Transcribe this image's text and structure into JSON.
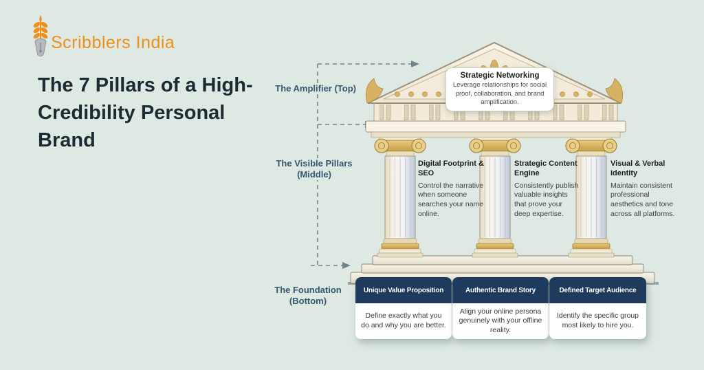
{
  "colors": {
    "background": "#dde9e2",
    "accent_orange": "#ee8e1b",
    "label_slate": "#35566e",
    "card_navy": "#1e3a5c",
    "title_dark": "#1c2a32"
  },
  "brand": {
    "name": "Scribblers India"
  },
  "heading": {
    "title": "The 7 Pillars of a High-Credibility Personal Brand"
  },
  "levels": {
    "top": {
      "label": "The Amplifier (Top)"
    },
    "middle": {
      "label": "The Visible Pillars\n(Middle)"
    },
    "bottom": {
      "label": "The Foundation\n(Bottom)"
    }
  },
  "amplifier_card": {
    "title": "Strategic Networking",
    "body": "Leverage relationships for social proof, collaboration, and brand amplification."
  },
  "pillars": [
    {
      "title": "Digital Footprint & SEO",
      "body": "Control the narrative when someone searches your name online."
    },
    {
      "title": "Strategic Content Engine",
      "body": "Consistently publish valuable insights that prove your deep expertise."
    },
    {
      "title": "Visual & Verbal Identity",
      "body": "Maintain consistent professional aesthetics and tone across all platforms."
    }
  ],
  "foundation_cards": [
    {
      "title": "Unique Value Proposition",
      "body": "Define exactly what you do and why you are better."
    },
    {
      "title": "Authentic Brand Story",
      "body": "Align your online persona genuinely with your offline reality."
    },
    {
      "title": "Defined Target Audience",
      "body": "Identify the specific group most likely to hire you."
    }
  ]
}
